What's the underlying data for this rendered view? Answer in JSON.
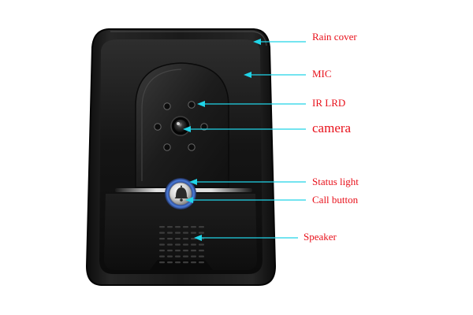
{
  "callouts": {
    "rain_cover": "Rain cover",
    "mic": "MIC",
    "ir_led": "IR LRD",
    "camera": "camera",
    "status_light": "Status light",
    "call_button": "Call button",
    "speaker": "Speaker"
  },
  "colors": {
    "label_text": "#e8111b",
    "leader_line": "#20d4e8",
    "housing": "#141414",
    "status_ring": "#4a7bd8"
  },
  "icons": {
    "call_button": "bell-icon"
  }
}
